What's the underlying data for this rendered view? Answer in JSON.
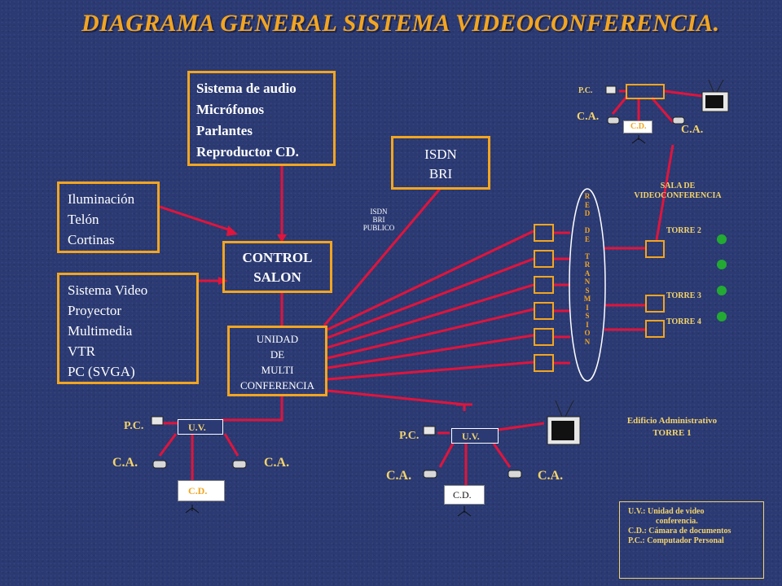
{
  "title": "DIAGRAMA GENERAL SISTEMA VIDEOCONFERENCIA.",
  "boxes": {
    "audio": [
      "Sistema de audio",
      "Micrófonos",
      "Parlantes",
      "Reproductor CD."
    ],
    "iluminacion": [
      "Iluminación",
      "Telón",
      "Cortinas"
    ],
    "video": [
      "Sistema Video",
      "Proyector",
      "Multimedia",
      "VTR",
      "PC (SVGA)"
    ],
    "control": [
      "CONTROL",
      "SALON"
    ],
    "isdn": [
      "ISDN",
      "BRI"
    ],
    "unidad": [
      "UNIDAD",
      "DE",
      "MULTI",
      "CONFERENCIA"
    ]
  },
  "isdn_publico": [
    "ISDN",
    "BRI",
    "PUBLICO"
  ],
  "red_transmision": "RED DE TRANSMISION",
  "sala": {
    "pc": "P.C.",
    "ca_left": "C.A.",
    "ca_right": "C.A.",
    "cd": "C.D.",
    "name": [
      "SALA DE",
      "VIDEOCONFERENCIA"
    ]
  },
  "torres": {
    "t2": "TORRE 2",
    "t3": "TORRE 3",
    "t4": "TORRE 4"
  },
  "edificio": [
    "Edificio Administrativo",
    "TORRE 1"
  ],
  "left_station": {
    "pc": "P.C.",
    "uv": "U.V.",
    "ca_left": "C.A.",
    "ca_right": "C.A.",
    "cd": "C.D."
  },
  "right_station": {
    "pc": "P.C.",
    "uv": "U.V.",
    "ca_left": "C.A.",
    "ca_right": "C.A.",
    "cd": "C.D."
  },
  "legend": {
    "uv": "U.V.:  Unidad de video",
    "uv2": "conferencia.",
    "cd": "C.D.:  Cámara de documentos",
    "pc": "P.C.:   Computador Personal"
  },
  "colors": {
    "accent": "#f3a51f",
    "line": "#e0143c",
    "bg": "#2b3a73",
    "dot": "#22aa33"
  }
}
